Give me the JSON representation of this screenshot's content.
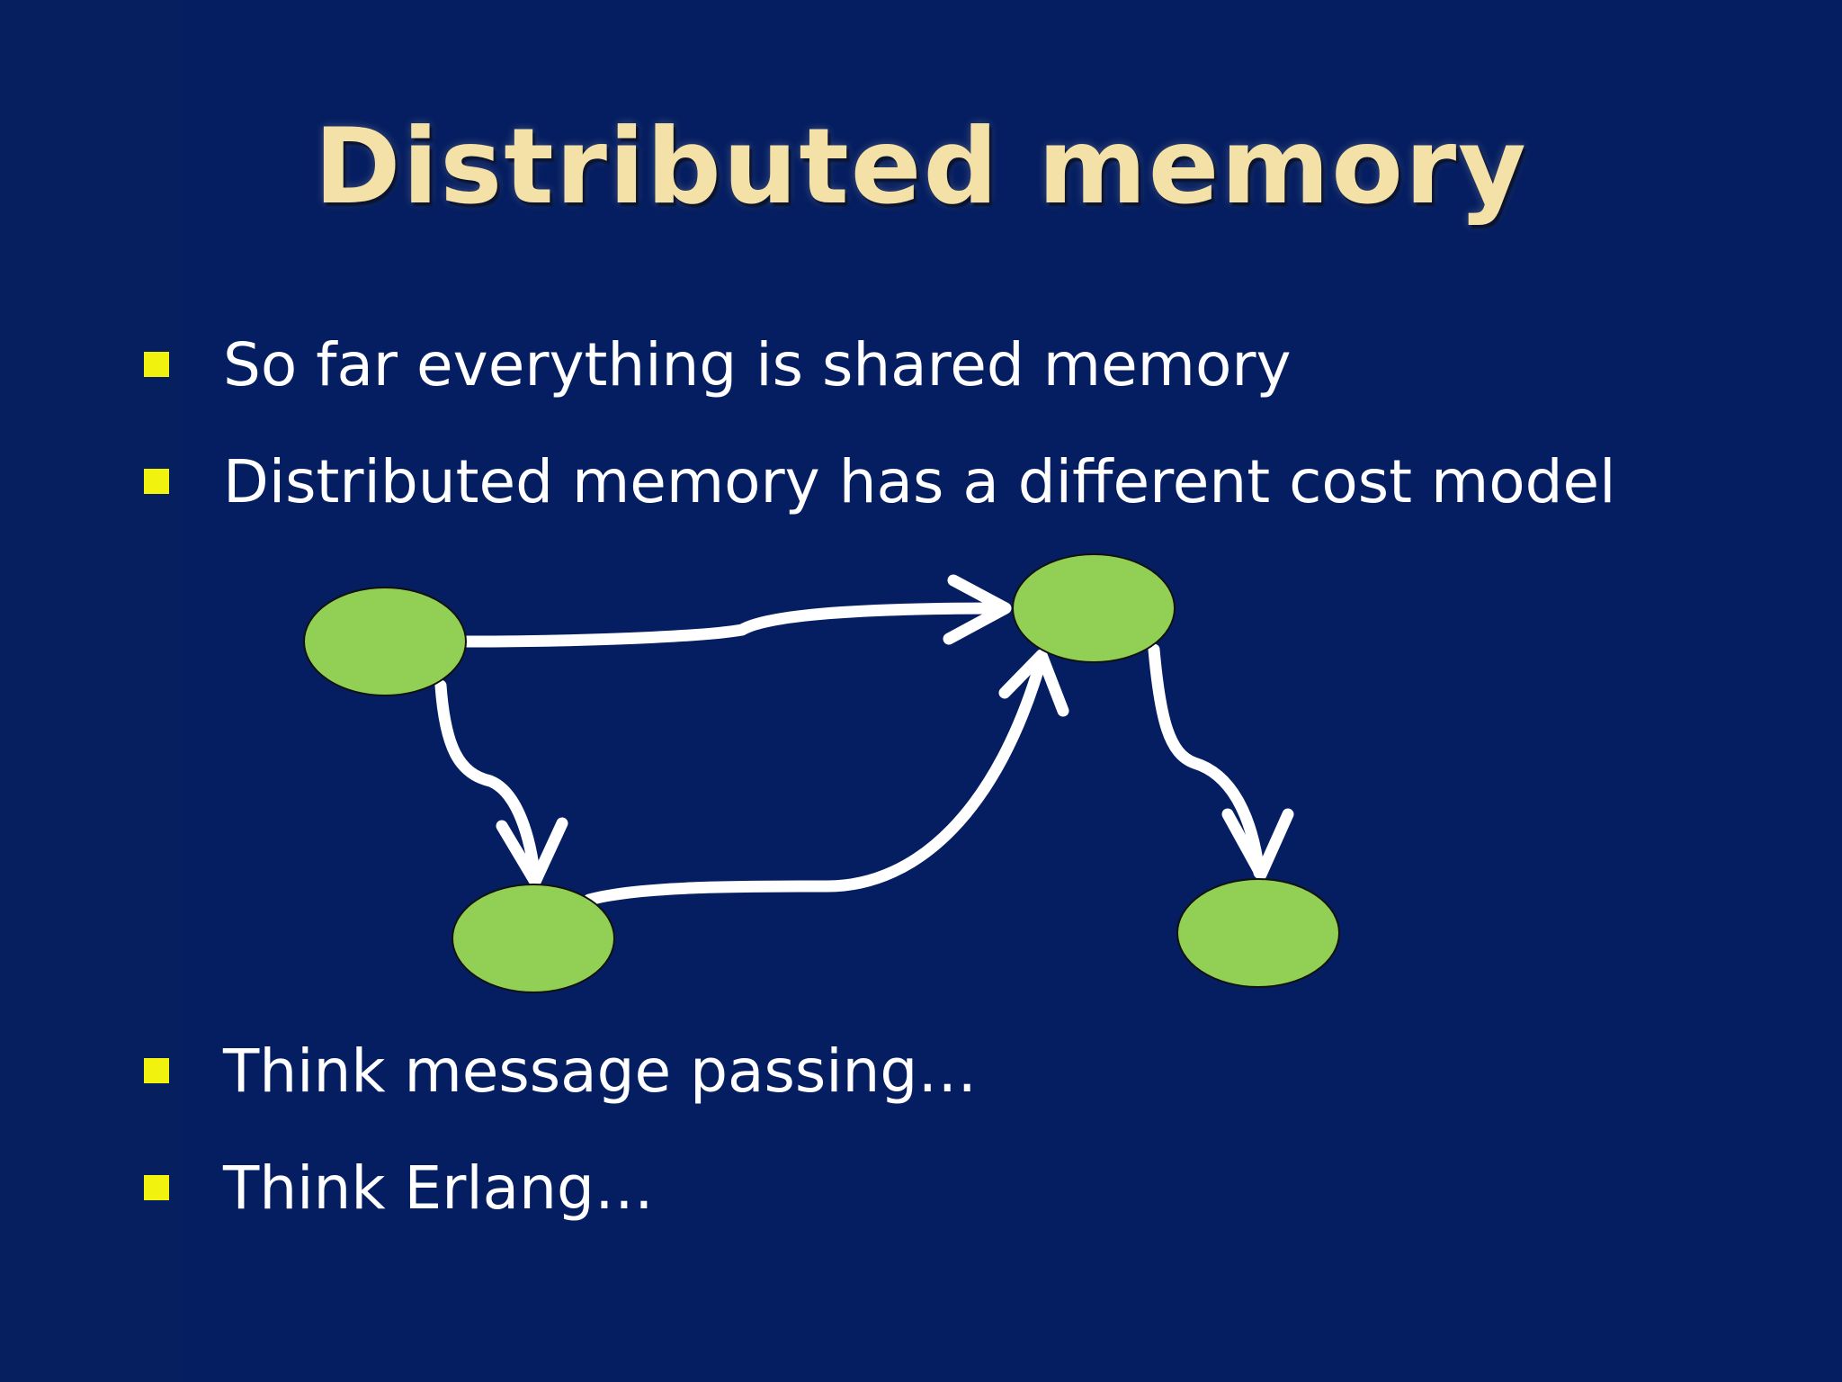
{
  "slide": {
    "title": "Distributed memory",
    "bullets_top": [
      "So far everything is shared memory",
      "Distributed memory has a different cost model"
    ],
    "bullets_bottom": [
      "Think message passing…",
      "Think Erlang…"
    ]
  },
  "colors": {
    "background": "#051e61",
    "title_text": "#f4e1a8",
    "bullet_marker": "#f2f20f",
    "body_text": "#ffffff",
    "node_fill": "#92cf55",
    "arrow": "#ffffff"
  },
  "icons": {
    "bullet": "square-bullet-icon"
  }
}
